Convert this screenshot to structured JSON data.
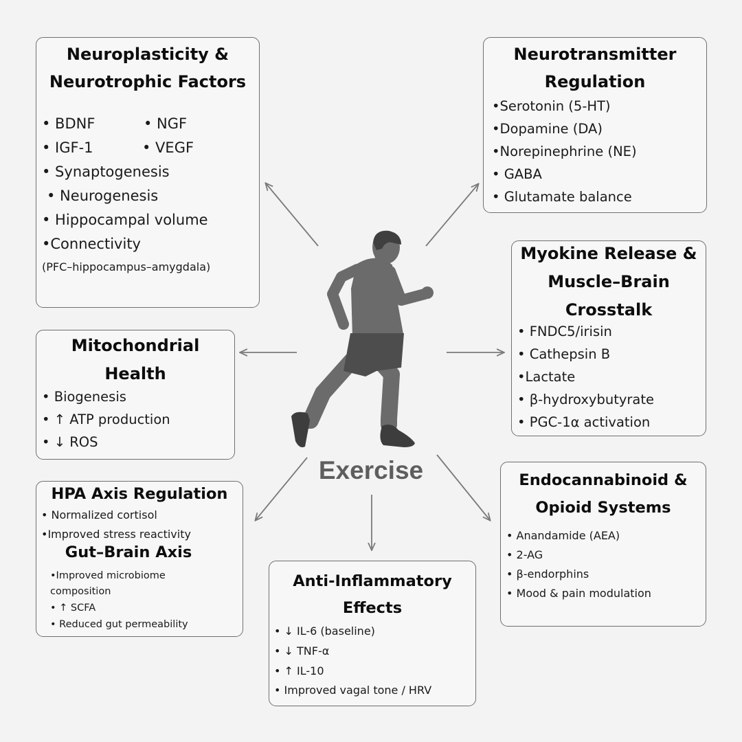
{
  "neuroplasticity": {
    "title_line1": "Neuroplasticity &",
    "title_line2": "Neurotrophic Factors",
    "items": [
      "• BDNF",
      "• NGF",
      "• IGF-1",
      "• VEGF",
      "• Synaptogenesis",
      "• Neurogenesis",
      "• Hippocampal volume",
      "•Connectivity"
    ],
    "note": "(PFC–hippocampus–amygdala)"
  },
  "neurotransmitter": {
    "title_line1": "Neurotransmitter",
    "title_line2": "Regulation",
    "items": [
      "•Serotonin (5-HT)",
      "•Dopamine (DA)",
      "•Norepinephrine (NE)",
      "• GABA",
      "• Glutamate balance"
    ]
  },
  "myokine": {
    "title_line1": "Myokine Release &",
    "title_line2": "Muscle–Brain",
    "title_line3": "Crosstalk",
    "items": [
      "• FNDC5/irisin",
      "• Cathepsin B",
      "•Lactate",
      "• β-hydroxybutyrate",
      "• PGC-1α activation"
    ]
  },
  "mitochondrial": {
    "title_line1": "Mitochondrial",
    "title_line2": "Health",
    "items": [
      "• Biogenesis",
      "• ↑ ATP production",
      "• ↓ ROS"
    ]
  },
  "hpa_gut": {
    "hpa_title": "HPA Axis Regulation",
    "hpa_items": [
      "• Normalized cortisol",
      "•Improved stress reactivity"
    ],
    "gut_title": "Gut–Brain Axis",
    "gut_items": [
      "•Improved microbiome",
      "composition",
      "• ↑ SCFA",
      "• Reduced gut permeability"
    ]
  },
  "anti_inflammatory": {
    "title_line1": "Anti-Inflammatory",
    "title_line2": "Effects",
    "items": [
      "• ↓ IL-6 (baseline)",
      "• ↓ TNF-α",
      "• ↑ IL-10",
      "• Improved vagal tone / HRV"
    ]
  },
  "endocannabinoid": {
    "title_line1": "Endocannabinoid &",
    "title_line2": "Opioid Systems",
    "items": [
      "• Anandamide (AEA)",
      "• 2-AG",
      "• β-endorphins",
      "• Mood & pain modulation"
    ]
  },
  "center": {
    "label": "Exercise",
    "icon": "running-person-icon"
  },
  "colors": {
    "arrow": "#7a7a7a",
    "figure": "#6b6b6b",
    "figure_dark": "#4a4a4a",
    "label": "#5e5e5e",
    "border": "#6f6f6f"
  }
}
